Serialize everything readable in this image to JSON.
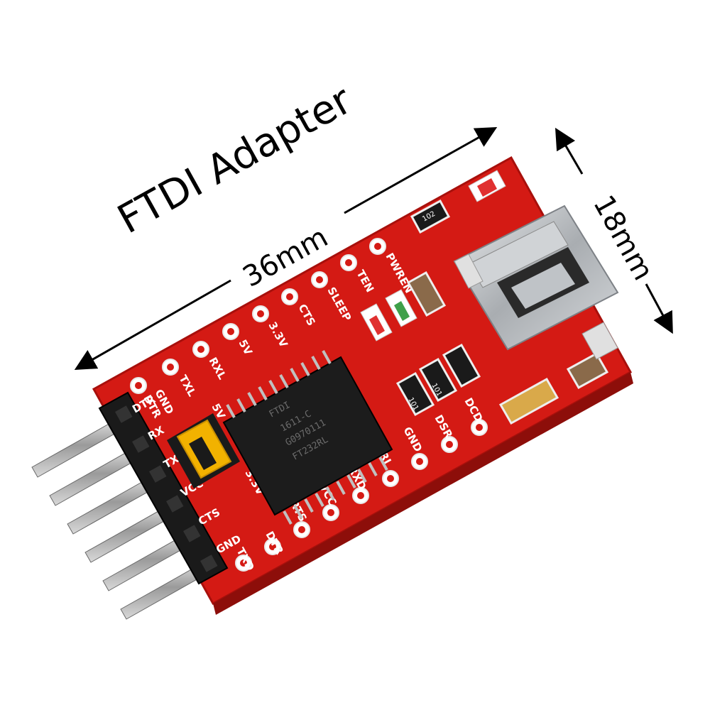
{
  "title": "FTDI Adapter",
  "length_label": "36mm",
  "width_label": "18mm",
  "board": {
    "top_labels": [
      "GND",
      "DTR",
      "TXL",
      "RXL",
      "5V",
      "3.3V",
      "CTS",
      "SLEEP",
      "TEN",
      "PWREN"
    ],
    "bottom_labels": [
      "TXD",
      "DTR",
      "RTS",
      "VCC",
      "RXD",
      "RI",
      "GND",
      "DSR",
      "DCD"
    ],
    "header_labels": [
      "GND",
      "CTS",
      "VCC",
      "TX",
      "RX",
      "DTR"
    ],
    "jumper_labels": [
      "5V",
      "3.3V"
    ],
    "chip_lines": [
      "FTDI",
      "1611-C",
      "G0970111",
      "FT232RL"
    ],
    "resistor_marks": [
      "102",
      "101",
      "101"
    ],
    "colors": {
      "pcb": "#d41a14",
      "pcb_dark": "#a8100c",
      "jumper": "#f2b200",
      "chip": "#1c1c1c",
      "metal": "#bfc3c7"
    }
  }
}
